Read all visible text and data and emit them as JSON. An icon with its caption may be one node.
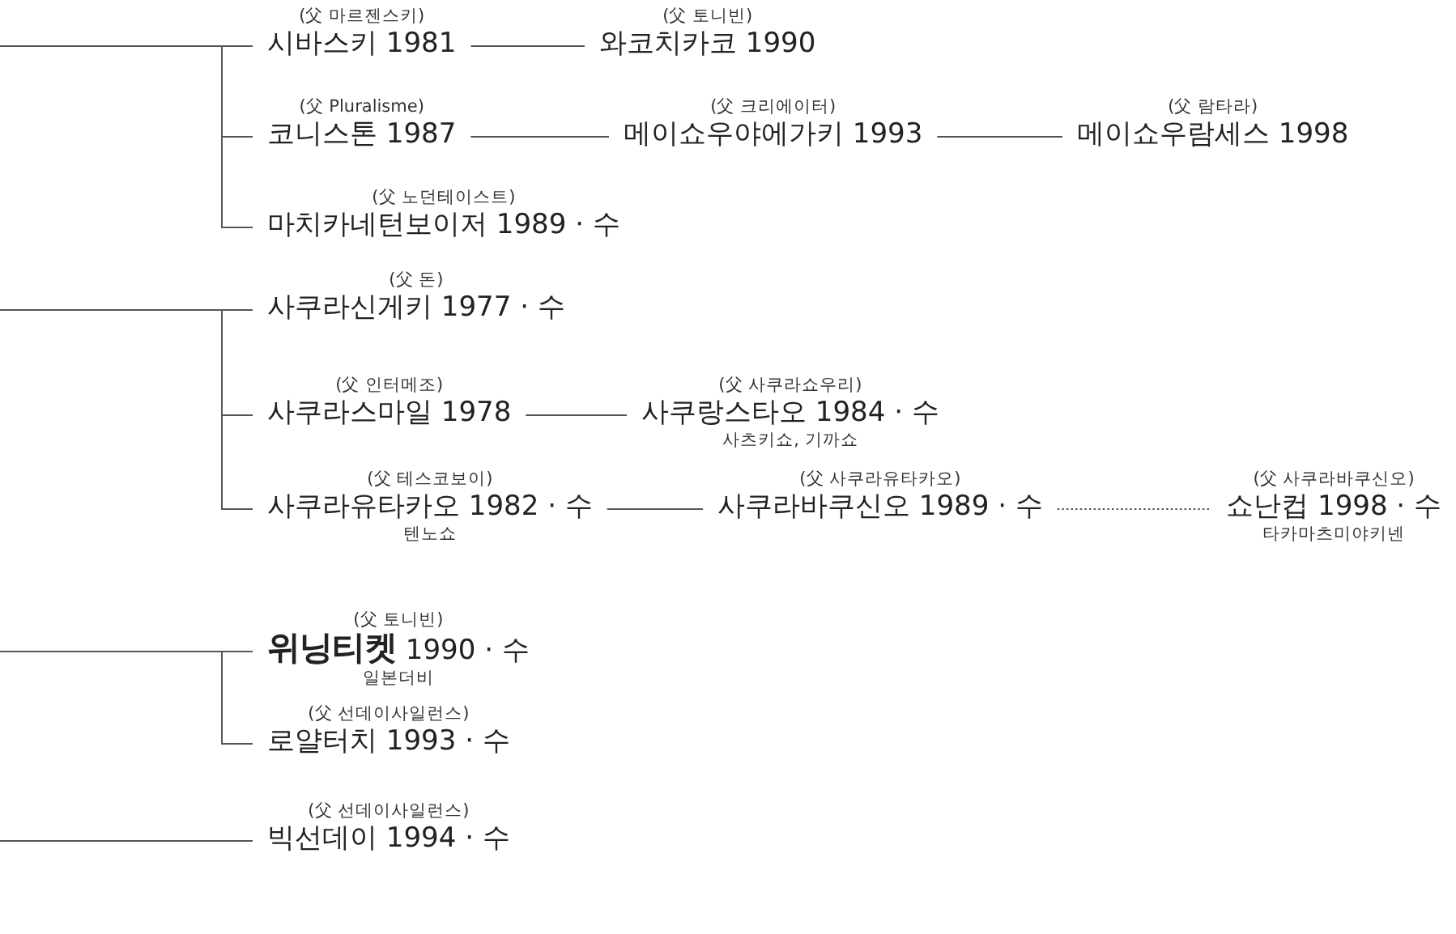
{
  "diagram": {
    "nodes": [
      {
        "text": [
          "(父 마르젠스키)",
          "시바스키 1981"
        ]
      },
      {
        "text": [
          "(父 토니빈)",
          "와코치카코 1990"
        ]
      },
      {
        "text": [
          "(父 Pluralisme)",
          "코니스톤 1987"
        ]
      },
      {
        "text": [
          "(父 크리에이터)",
          "메이쇼우야에가키 1993"
        ]
      },
      {
        "text": [
          "(父 람타라)",
          "메이쇼우람세스 1998"
        ]
      },
      {
        "text": [
          "(父 노던테이스트)",
          "마치카네턴보이저 1989 · 수"
        ]
      },
      {
        "text": [
          "(父 돈)",
          "사쿠라신게키 1977 · 수"
        ]
      },
      {
        "text": [
          "(父 인터메조)",
          "사쿠라스마일 1978"
        ]
      },
      {
        "text": [
          "(父 사쿠라쇼우리)",
          "사쿠랑스타오 1984 · 수"
        ],
        "beside": [
          "사츠키쇼, 기까쇼"
        ]
      },
      {
        "text": [
          "(父 테스코보이)",
          "사쿠라유타카오 1982 · 수"
        ],
        "beside": [
          "텐노쇼"
        ]
      },
      {
        "text": [
          "(父 사쿠라유타카오)",
          "사쿠라바쿠신오 1989 · 수"
        ]
      },
      {
        "text": [
          "(父 사쿠라바쿠신오)",
          "쇼난컵 1998 · 수"
        ],
        "beside": [
          "타카마츠미야키넨"
        ]
      },
      {
        "text": [
          "(父 토니빈)",
          "**위닝티켓** 1990 · 수"
        ],
        "beside": [
          "일본더비"
        ]
      },
      {
        "text": [
          "(父 선데이사일런스)",
          "로얄터치 1993 · 수"
        ]
      },
      {
        "text": [
          "(父 선데이사일런스)",
          "빅선데이 1994 · 수"
        ]
      }
    ],
    "edges": [
      {
        "from": null,
        "to": 0,
        "arrow": "none"
      },
      {
        "from": null,
        "to": 2,
        "arrow": "none"
      },
      {
        "from": null,
        "to": 5,
        "arrow": "none"
      },
      {
        "from": 0,
        "to": 1,
        "arrow": "none"
      },
      {
        "from": 2,
        "to": 3,
        "arrow": "none"
      },
      {
        "from": 3,
        "to": 4,
        "arrow": "none"
      },
      {
        "from": null,
        "to": 6,
        "arrow": "none"
      },
      {
        "from": null,
        "to": 7,
        "arrow": "none"
      },
      {
        "from": null,
        "to": 9,
        "arrow": "none"
      },
      {
        "from": 7,
        "to": 8,
        "arrow": "none"
      },
      {
        "from": 9,
        "to": 10,
        "arrow": "none"
      },
      {
        "from": 10,
        "to": 11,
        "arrow": "none",
        "style": "dashed"
      },
      {
        "from": null,
        "to": 12,
        "arrow": "none"
      },
      {
        "from": null,
        "to": 13,
        "arrow": "none"
      },
      {
        "from": null,
        "to": 14,
        "arrow": "none"
      }
    ]
  }
}
